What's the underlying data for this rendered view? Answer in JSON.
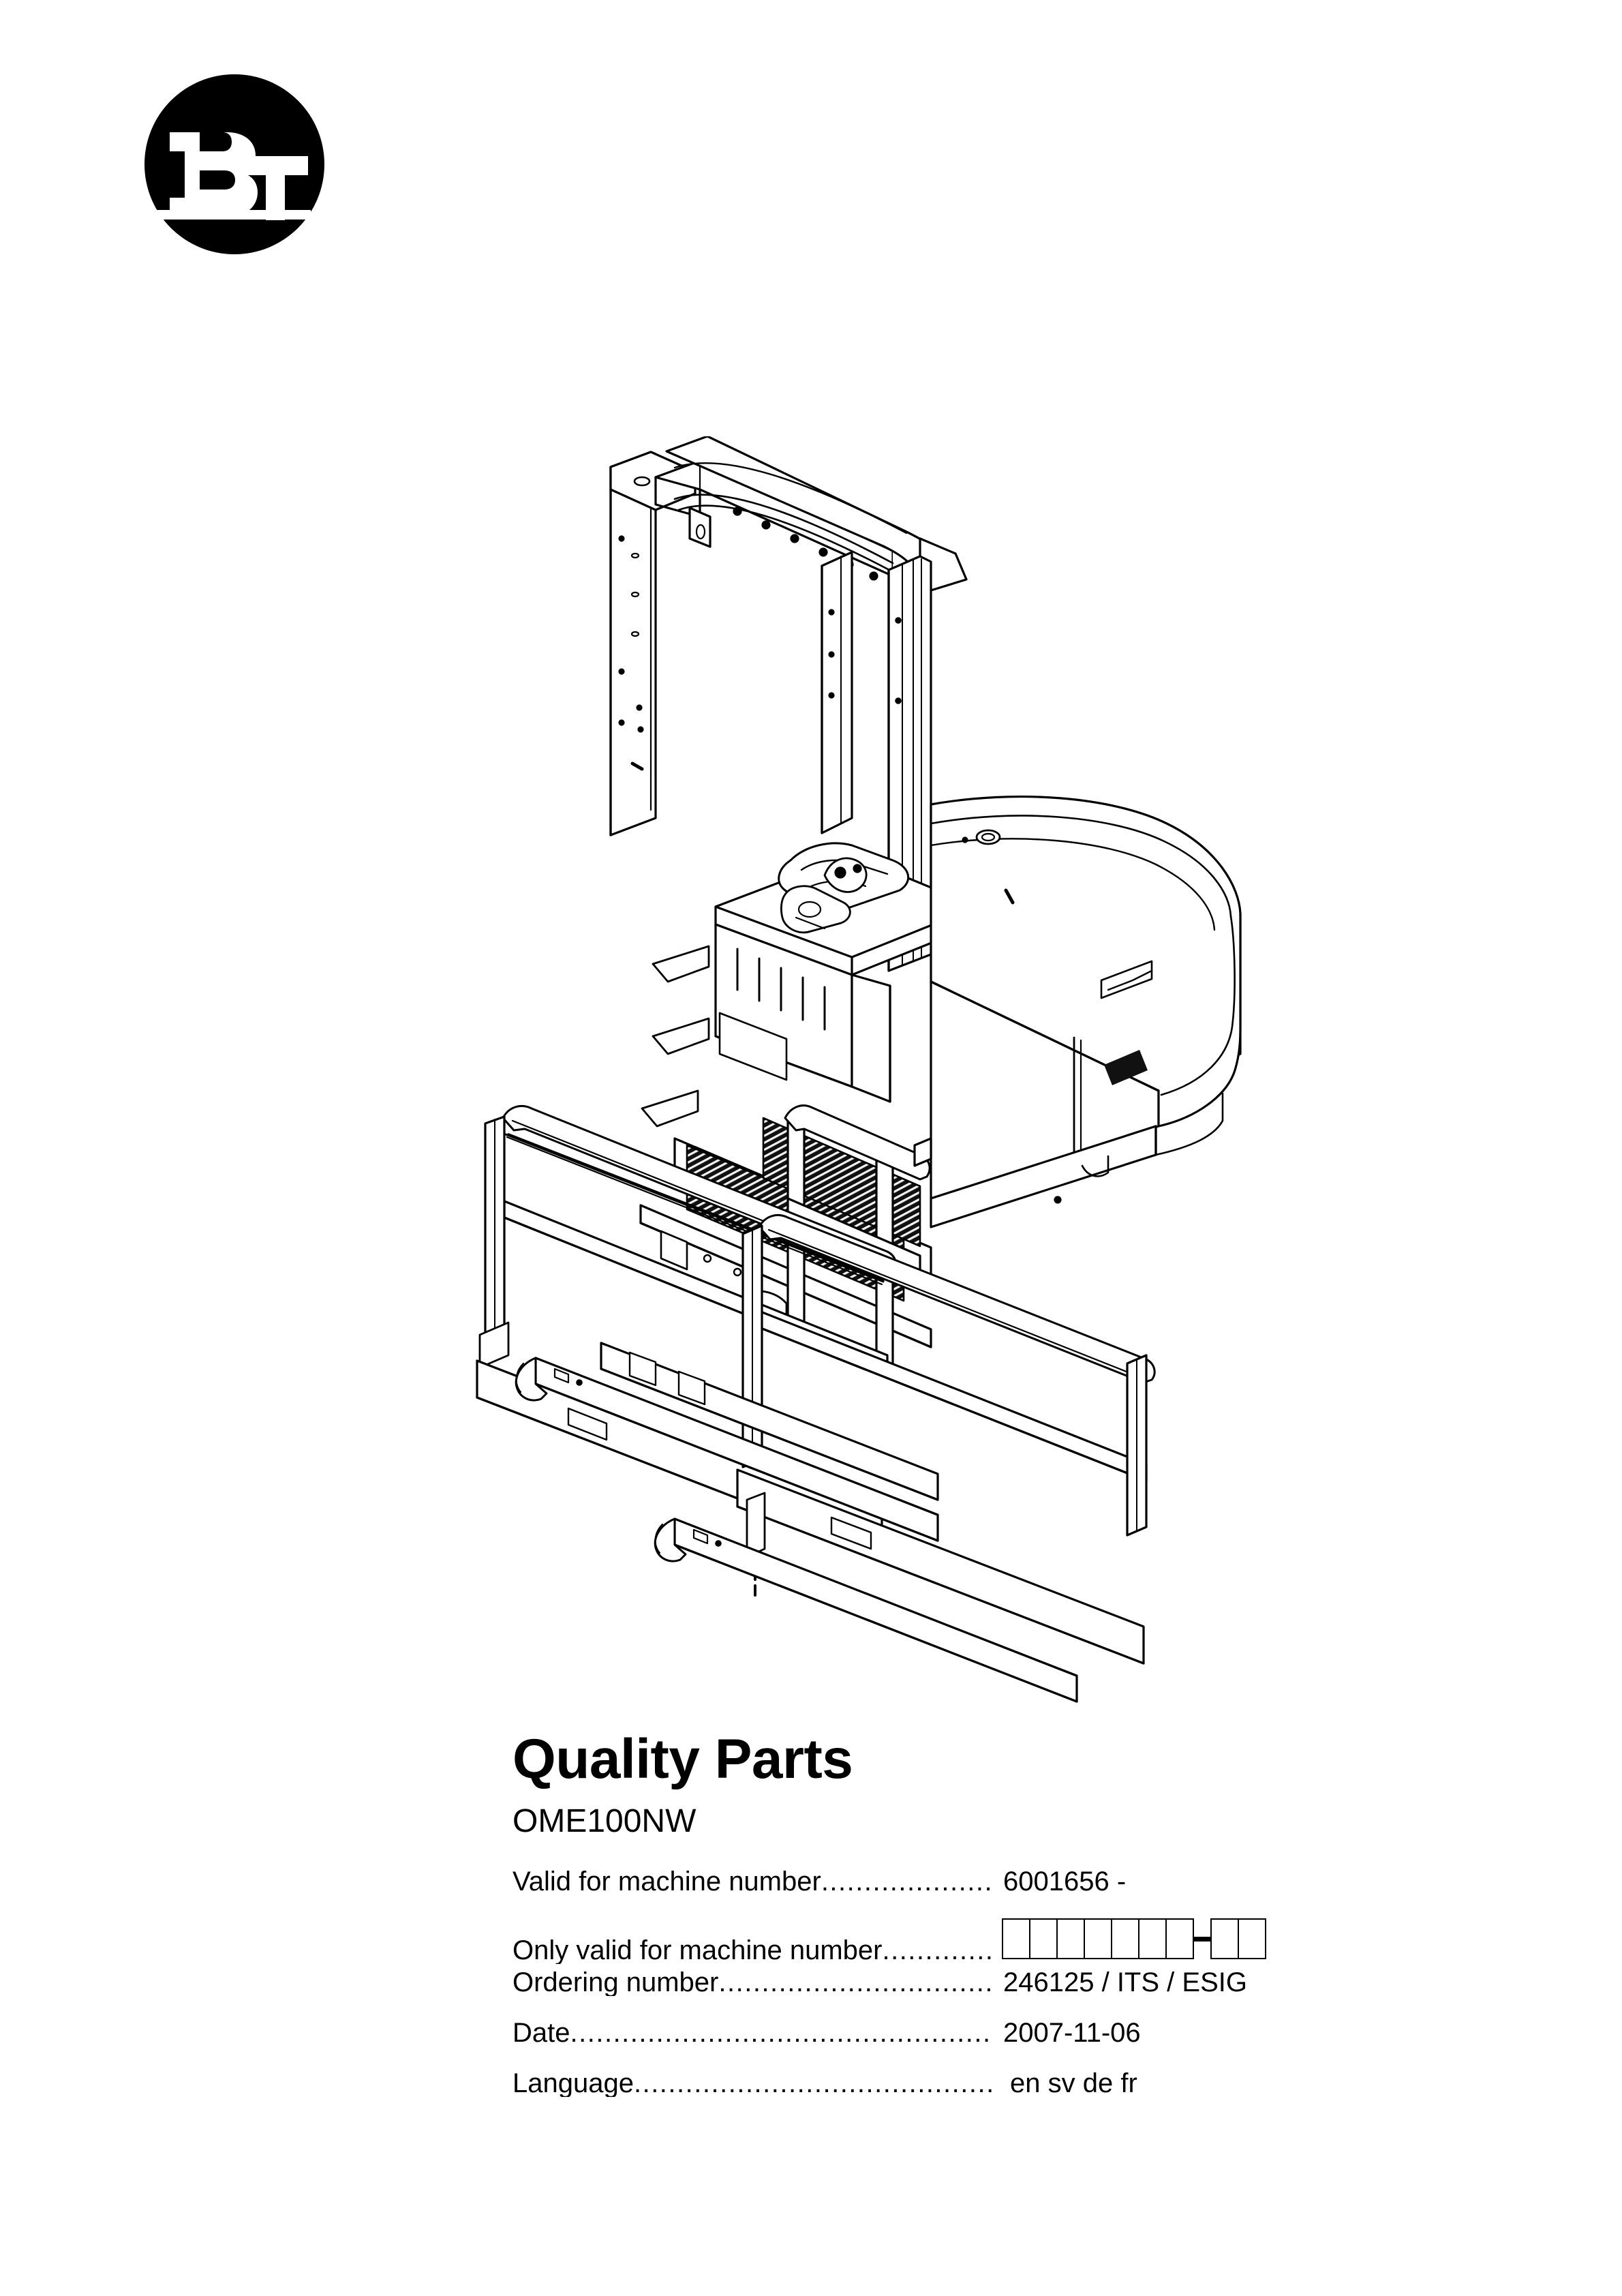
{
  "brand": {
    "logo_name": "bt-logo",
    "logo_text": "BT",
    "logo_color": "#000000",
    "logo_bg": "#ffffff"
  },
  "illustration": {
    "name": "order-picker-truck-line-drawing",
    "description": "Isometric line drawing of BT OME100NW order picker truck with mast, operator platform, side guard rails and forks",
    "line_color": "#000000",
    "fill_color": "#ffffff",
    "deck_color": "#1a1a1a"
  },
  "title_block": {
    "title": "Quality Parts",
    "model": "OME100NW",
    "rows": [
      {
        "label": "Valid for machine number",
        "leader": "....................................................",
        "value": "6001656 -",
        "type": "text"
      },
      {
        "label": "Only valid for machine number",
        "leader": "............................................",
        "value": "",
        "type": "boxes",
        "boxes_primary": 7,
        "boxes_secondary": 2,
        "separator": "-"
      },
      {
        "label": "Ordering number ",
        "leader": "................................................",
        "value": "246125 / ITS / ESIG",
        "type": "text"
      },
      {
        "label": "Date ",
        "leader": "..................................................................",
        "value": "2007-11-06",
        "type": "text"
      },
      {
        "label": "Language",
        "leader": "................................................................",
        "value": "en sv de fr",
        "type": "text"
      }
    ]
  }
}
